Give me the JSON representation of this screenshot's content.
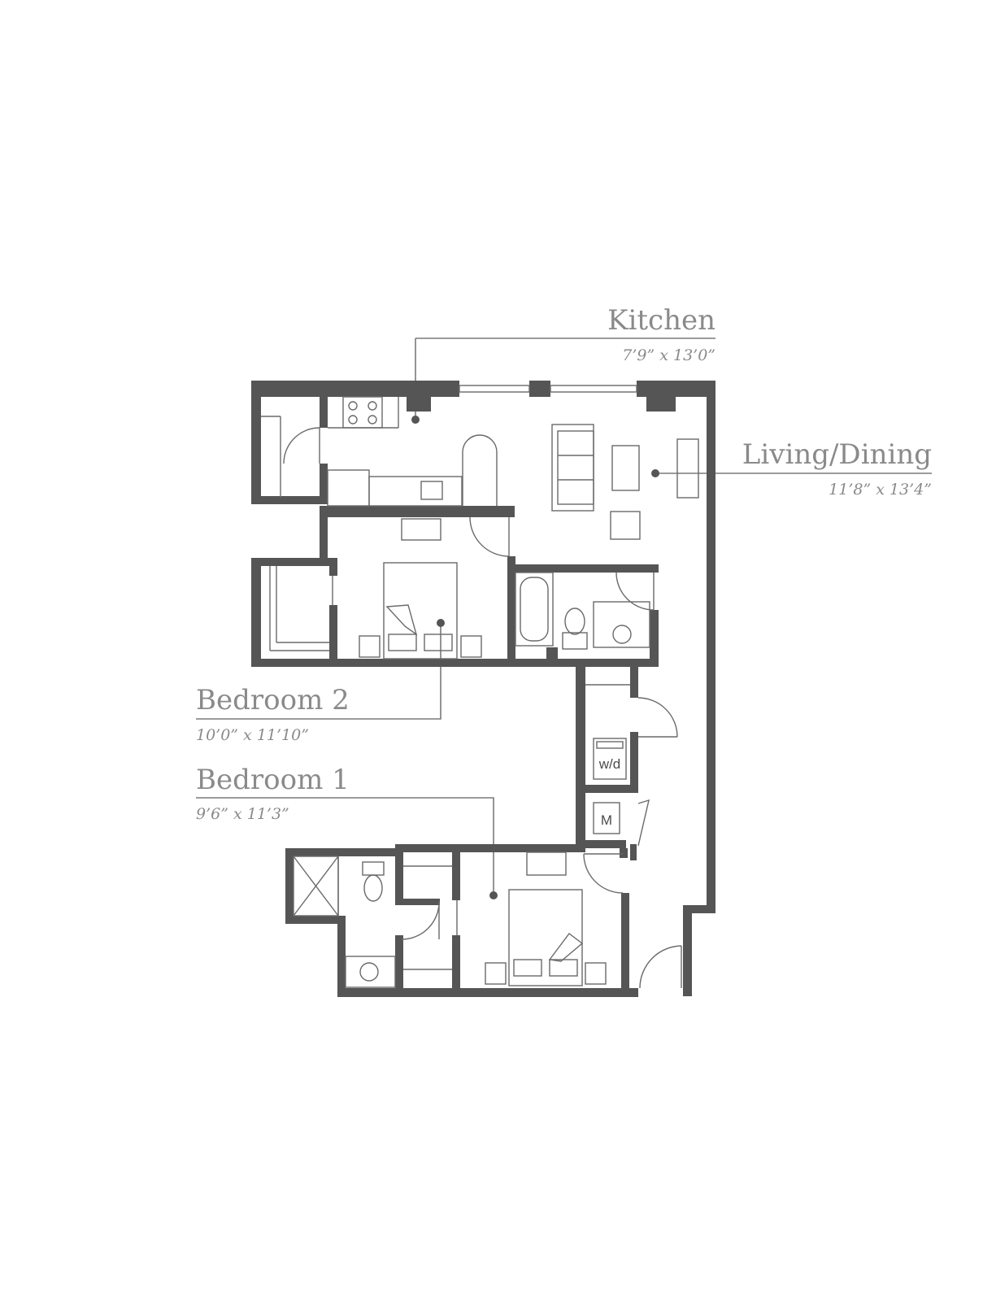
{
  "rooms": {
    "kitchen": {
      "name": "Kitchen",
      "dims": "7’9” x 13’0”"
    },
    "living": {
      "name": "Living/Dining",
      "dims": "11’8” x 13’4”"
    },
    "bedroom2": {
      "name": "Bedroom 2",
      "dims": "10’0” x 11’10”"
    },
    "bedroom1": {
      "name": "Bedroom 1",
      "dims": "9’6” x 11’3”"
    }
  },
  "fixtures": {
    "washer_dryer": "w/d",
    "mechanical": "M"
  },
  "colors": {
    "wall": "#555555",
    "label": "#8a8a8a",
    "line": "#6a6a6a"
  }
}
